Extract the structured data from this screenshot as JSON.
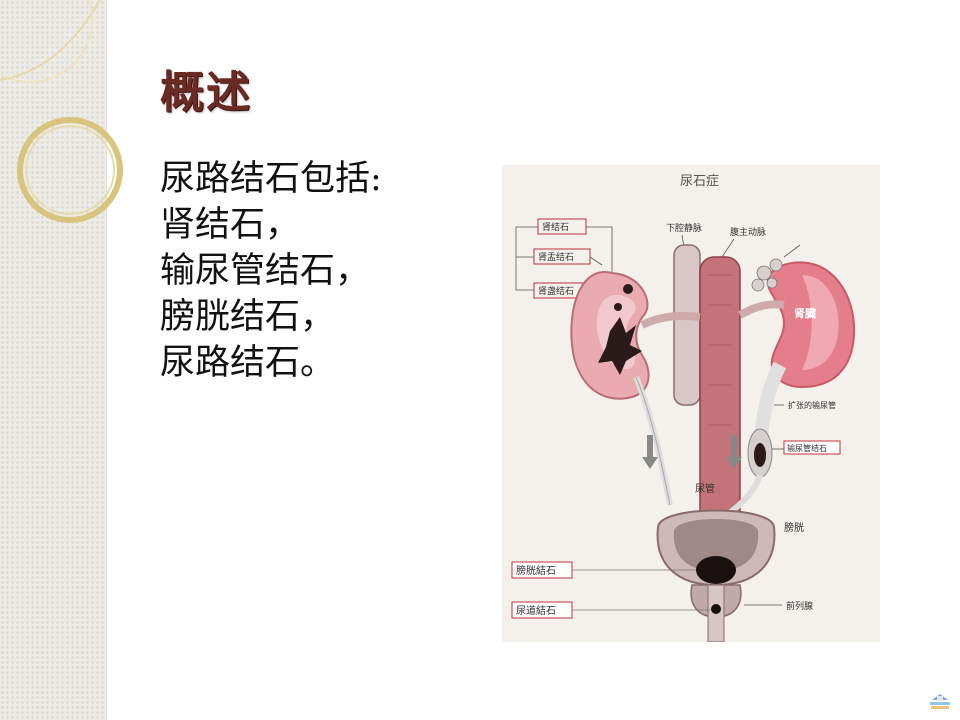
{
  "slide": {
    "title": "概述",
    "lines": [
      "尿路结石包括:",
      "肾结石，",
      "输尿管结石，",
      "膀胱结石，",
      "尿路结石。"
    ]
  },
  "figure": {
    "title": "尿石症",
    "labels": {
      "kidney_stone": "肾结石",
      "renal_pelvis_stone": "肾盂结石",
      "renal_calyx_stone": "肾盏结石",
      "ivc": "下腔静脉",
      "aorta": "腹主动脉",
      "kidney": "肾臓",
      "dilated_ureter": "扩张的输尿管",
      "ureter_stone": "输尿管结石",
      "ureter": "尿管",
      "bladder": "膀胱",
      "bladder_stone": "膀胱結石",
      "urethra_stone": "尿道結石",
      "prostate": "前列腺"
    }
  },
  "colors": {
    "title": "#6b2a22",
    "deco_ring": "#d9c47e",
    "label_border": "#c0303a",
    "tissue": "#e9a7a9",
    "vessel": "#d9a0a0"
  }
}
